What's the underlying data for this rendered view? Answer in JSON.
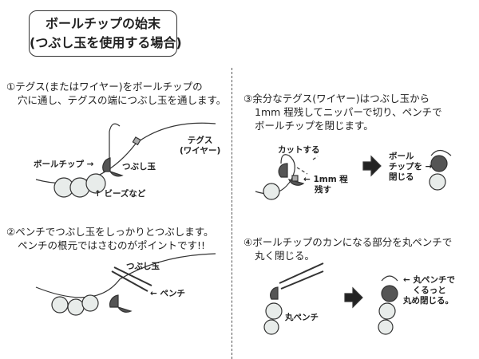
{
  "title": {
    "line1": "ボールチップの始末",
    "line2": "(つぶし玉を使用する場合)"
  },
  "steps": [
    {
      "num": "①",
      "line1": "テグス(またはワイヤー)をボールチップの",
      "line2": "穴に通し、テグスの端につぶし玉を通します。",
      "labels": {
        "ball_tip": "ボールチップ →",
        "crimp": "つぶし玉",
        "thread1": "テグス",
        "thread2": "(ワイヤー)",
        "beads": "↑ ビーズなど"
      }
    },
    {
      "num": "②",
      "line1": "ペンチでつぶし玉をしっかりとつぶします。",
      "line2": "ペンチの根元ではさむのがポイントです!!",
      "labels": {
        "crimp": "つぶし玉",
        "pliers": "← ペンチ"
      }
    },
    {
      "num": "③",
      "line1": "余分なテグス(ワイヤー)はつぶし玉から",
      "line2": "1mm 程残してニッパーで切り、ペンチで",
      "line3": "ボールチップを閉じます。",
      "labels": {
        "cut": "カットする",
        "leave1": "← 1mm 程",
        "leave2": "残す",
        "close1": "ボール",
        "close2": "チップを →",
        "close3": "閉じる"
      }
    },
    {
      "num": "④",
      "line1": "ボールチップのカンになる部分を丸ペンチで",
      "line2": "丸く閉じる。",
      "labels": {
        "round_pliers": "丸ペンチ",
        "curl1": "← 丸ペンチで",
        "curl2": "くるっと",
        "curl3": "丸め閉じる。"
      }
    }
  ],
  "colors": {
    "dark": "#555555",
    "bead": "#e8ecea",
    "line": "#333333"
  }
}
